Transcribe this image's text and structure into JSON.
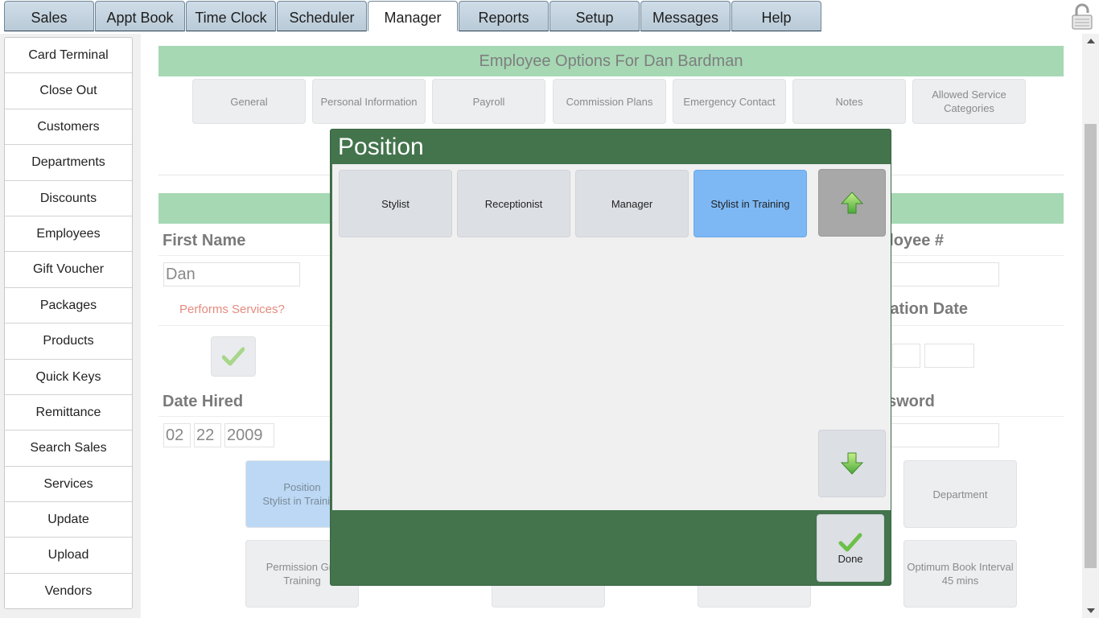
{
  "top_tabs": [
    {
      "label": "Sales"
    },
    {
      "label": "Appt Book"
    },
    {
      "label": "Time Clock"
    },
    {
      "label": "Scheduler"
    },
    {
      "label": "Manager"
    },
    {
      "label": "Reports"
    },
    {
      "label": "Setup"
    },
    {
      "label": "Messages"
    },
    {
      "label": "Help"
    }
  ],
  "active_tab": "Manager",
  "sidebar": {
    "items": [
      {
        "label": "Card Terminal"
      },
      {
        "label": "Close Out"
      },
      {
        "label": "Customers"
      },
      {
        "label": "Departments"
      },
      {
        "label": "Discounts"
      },
      {
        "label": "Employees"
      },
      {
        "label": "Gift Voucher"
      },
      {
        "label": "Packages"
      },
      {
        "label": "Products"
      },
      {
        "label": "Quick Keys"
      },
      {
        "label": "Remittance"
      },
      {
        "label": "Search Sales"
      },
      {
        "label": "Services"
      },
      {
        "label": "Update"
      },
      {
        "label": "Upload"
      },
      {
        "label": "Vendors"
      }
    ]
  },
  "employee": {
    "header": "Employee Options For Dan Bardman",
    "option_tabs": [
      {
        "label": "General"
      },
      {
        "label": "Personal Information"
      },
      {
        "label": "Payroll"
      },
      {
        "label": "Commission Plans"
      },
      {
        "label": "Emergency Contact"
      },
      {
        "label": "Notes"
      },
      {
        "label": "Allowed Service Categories"
      }
    ],
    "form": {
      "first_name_label": "First Name",
      "first_name_value": "Dan",
      "employee_no_label_partial": "ployee #",
      "performs_services_label": "Performs Services?",
      "expiration_label_partial": "iration Date",
      "date_hired_label": "Date Hired",
      "date_hired": {
        "month": "02",
        "day": "22",
        "year": "2009"
      },
      "password_label_partial": "sword",
      "position_button_title": "Position",
      "position_button_value": "Stylist in Training",
      "permission_button_title": "Permission Gro",
      "permission_button_value": "Training",
      "department_button": "Department",
      "booking_interval_title": "Optimum Book Interval",
      "booking_interval_value": "45 mins"
    }
  },
  "modal": {
    "title": "Position",
    "options": [
      {
        "label": "Stylist",
        "selected": false
      },
      {
        "label": "Receptionist",
        "selected": false
      },
      {
        "label": "Manager",
        "selected": false
      },
      {
        "label": "Stylist in Training",
        "selected": true
      }
    ],
    "done_label": "Done"
  },
  "colors": {
    "modal_green": "#43744c",
    "header_green": "#a6d8b4",
    "selected_blue": "#7db8f4",
    "performs_services_text": "#e58a7e"
  },
  "icons": {
    "scroll_up": "arrow-up-icon",
    "scroll_down": "arrow-down-icon",
    "done": "checkmark-icon",
    "lock": "lock-icon"
  }
}
